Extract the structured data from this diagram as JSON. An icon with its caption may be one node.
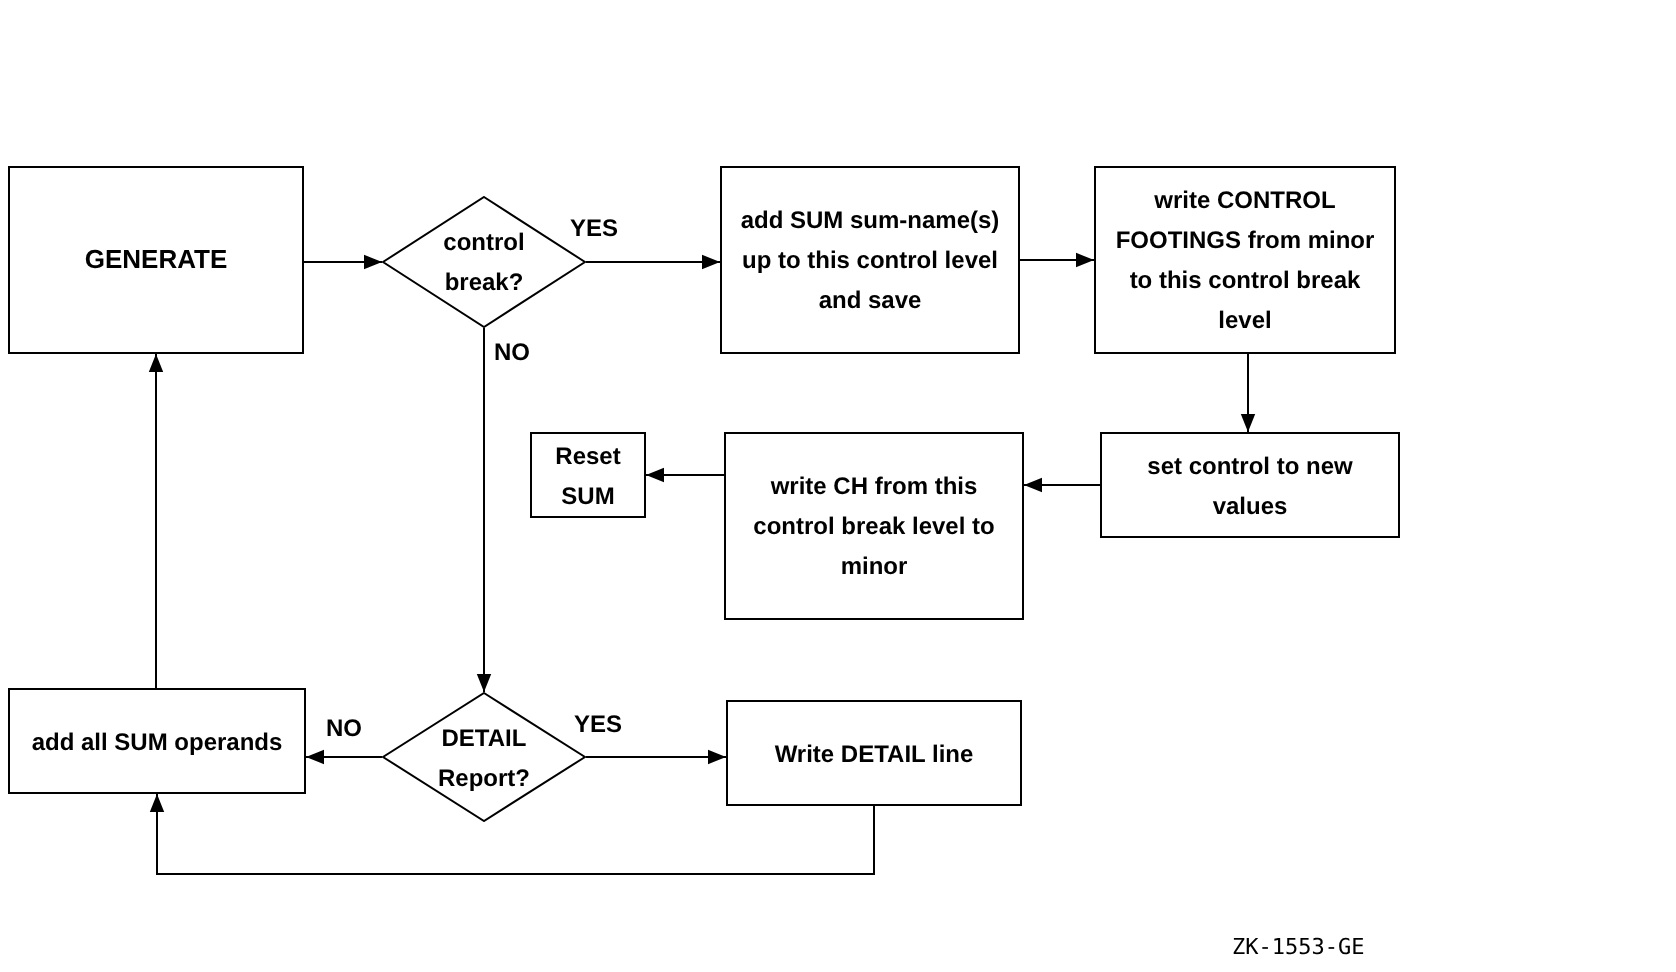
{
  "diagram": {
    "nodes": [
      {
        "text": [
          "GENERATE"
        ]
      },
      {
        "text": [
          "control break?"
        ]
      },
      {
        "text": [
          "add SUM sum-name(s) up to this control level and save"
        ]
      },
      {
        "text": [
          "write CONTROL FOOTINGS from minor to this control break level"
        ]
      },
      {
        "text": [
          "set control to new values"
        ]
      },
      {
        "text": [
          "write CH from this control break level to minor"
        ]
      },
      {
        "text": [
          "Reset SUM"
        ]
      },
      {
        "text": [
          "add all SUM operands"
        ]
      },
      {
        "text": [
          "DETAIL Report?"
        ]
      },
      {
        "text": [
          "Write DETAIL line"
        ]
      }
    ],
    "edges": [
      {
        "from": 0,
        "to": 1,
        "arrow": "to"
      },
      {
        "from": 1,
        "to": 2,
        "arrow": "to",
        "label": "YES"
      },
      {
        "from": 2,
        "to": 3,
        "arrow": "to"
      },
      {
        "from": 3,
        "to": 4,
        "arrow": "to"
      },
      {
        "from": 4,
        "to": 5,
        "arrow": "to"
      },
      {
        "from": 5,
        "to": 6,
        "arrow": "to"
      },
      {
        "from": 1,
        "to": 8,
        "arrow": "to",
        "label": "NO"
      },
      {
        "from": 8,
        "to": 7,
        "arrow": "to",
        "label": "NO"
      },
      {
        "from": 8,
        "to": 9,
        "arrow": "to",
        "label": "YES"
      },
      {
        "from": 9,
        "to": 7,
        "arrow": "to"
      },
      {
        "from": 7,
        "to": 0,
        "arrow": "to"
      }
    ],
    "labels": [
      "ZK-1553-GE"
    ]
  }
}
